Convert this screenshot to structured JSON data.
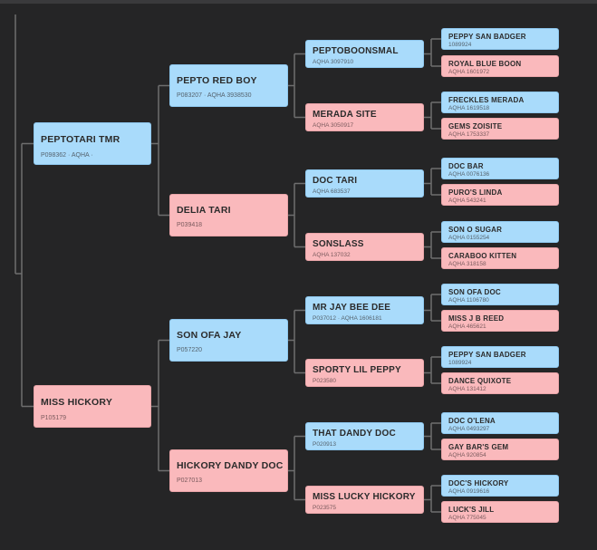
{
  "colors": {
    "male": "#a9dbfb",
    "female": "#fab9bc",
    "connector": "#6e6e6e",
    "background": "#252526"
  },
  "gen1": [
    {
      "name": "PEPTOTARI TMR",
      "reg": "P098362 · AQHA ·",
      "sex": "male"
    },
    {
      "name": "MISS HICKORY",
      "reg": "P105179",
      "sex": "female"
    }
  ],
  "gen2": [
    {
      "name": "PEPTO RED BOY",
      "reg": "P083207 · AQHA 3938530",
      "sex": "male"
    },
    {
      "name": "DELIA TARI",
      "reg": "P039418",
      "sex": "female"
    },
    {
      "name": "SON OFA JAY",
      "reg": "P057220",
      "sex": "male"
    },
    {
      "name": "HICKORY DANDY DOC",
      "reg": "P027013",
      "sex": "female"
    }
  ],
  "gen3": [
    {
      "name": "PEPTOBOONSMAL",
      "reg": "AQHA 3097910",
      "sex": "male"
    },
    {
      "name": "MERADA SITE",
      "reg": "AQHA 3050917",
      "sex": "female"
    },
    {
      "name": "DOC TARI",
      "reg": "AQHA 683537",
      "sex": "male"
    },
    {
      "name": "SONSLASS",
      "reg": "AQHA 137032",
      "sex": "female"
    },
    {
      "name": "MR JAY BEE DEE",
      "reg": "P037012 · AQHA 1606181",
      "sex": "male"
    },
    {
      "name": "SPORTY LIL PEPPY",
      "reg": "P023580",
      "sex": "female"
    },
    {
      "name": "THAT DANDY DOC",
      "reg": "P020913",
      "sex": "male"
    },
    {
      "name": "MISS LUCKY HICKORY",
      "reg": "P023575",
      "sex": "female"
    }
  ],
  "gen4": [
    {
      "name": "PEPPY SAN BADGER",
      "reg": "1089924",
      "sex": "male"
    },
    {
      "name": "ROYAL BLUE BOON",
      "reg": "AQHA 1601972",
      "sex": "female"
    },
    {
      "name": "FRECKLES MERADA",
      "reg": "AQHA 1619518",
      "sex": "male"
    },
    {
      "name": "GEMS ZOISITE",
      "reg": "AQHA 1753337",
      "sex": "female"
    },
    {
      "name": "DOC BAR",
      "reg": "AQHA 0076136",
      "sex": "male"
    },
    {
      "name": "PURO'S LINDA",
      "reg": "AQHA 543241",
      "sex": "female"
    },
    {
      "name": "SON O SUGAR",
      "reg": "AQHA 0155254",
      "sex": "male"
    },
    {
      "name": "CARABOO KITTEN",
      "reg": "AQHA 318158",
      "sex": "female"
    },
    {
      "name": "SON OFA DOC",
      "reg": "AQHA 1106780",
      "sex": "male"
    },
    {
      "name": "MISS J B REED",
      "reg": "AQHA 465621",
      "sex": "female"
    },
    {
      "name": "PEPPY SAN BADGER",
      "reg": "1089924",
      "sex": "male"
    },
    {
      "name": "DANCE QUIXOTE",
      "reg": "AQHA 131412",
      "sex": "female"
    },
    {
      "name": "DOC O'LENA",
      "reg": "AQHA 0493297",
      "sex": "male"
    },
    {
      "name": "GAY BAR'S GEM",
      "reg": "AQHA 920854",
      "sex": "female"
    },
    {
      "name": "DOC'S HICKORY",
      "reg": "AQHA 0919616",
      "sex": "male"
    },
    {
      "name": "LUCK'S JILL",
      "reg": "AQHA 775045",
      "sex": "female"
    }
  ]
}
